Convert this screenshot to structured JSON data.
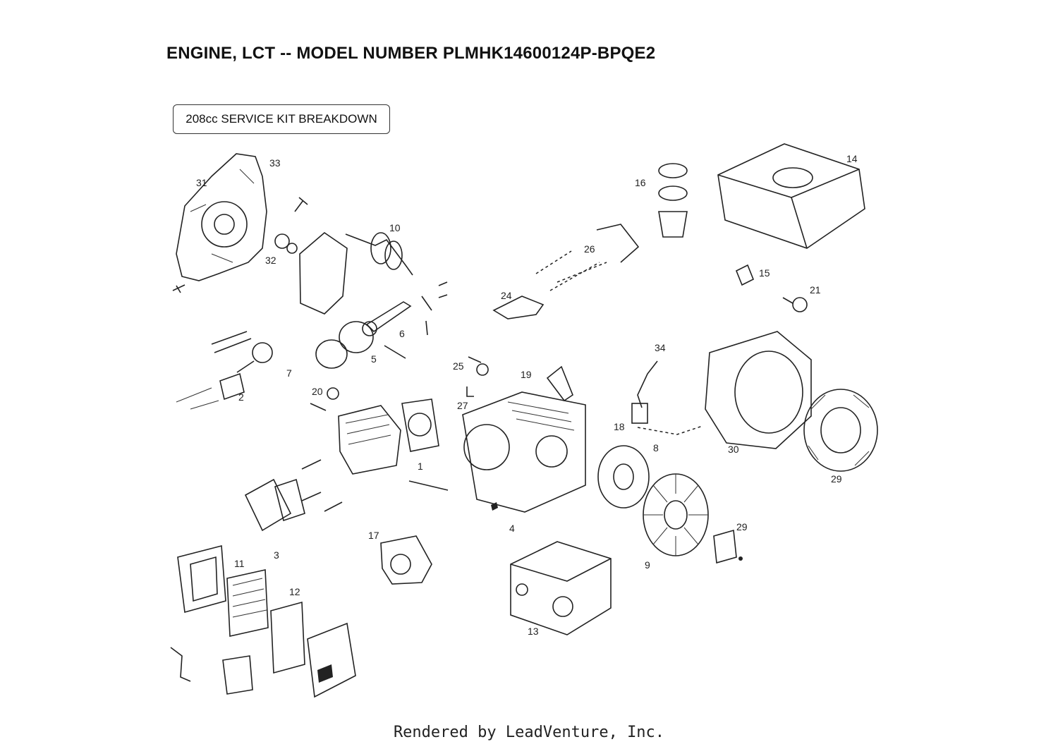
{
  "header": {
    "title": "ENGINE, LCT -- MODEL NUMBER PLMHK14600124P-BPQE2",
    "kit_label": "208cc SERVICE KIT BREAKDOWN"
  },
  "callouts": [
    {
      "id": "c33",
      "label": "33"
    },
    {
      "id": "c31",
      "label": "31"
    },
    {
      "id": "c32",
      "label": "32"
    },
    {
      "id": "c10",
      "label": "10"
    },
    {
      "id": "c6",
      "label": "6"
    },
    {
      "id": "c5",
      "label": "5"
    },
    {
      "id": "c7",
      "label": "7"
    },
    {
      "id": "c2",
      "label": "2"
    },
    {
      "id": "c20",
      "label": "20"
    },
    {
      "id": "c1",
      "label": "1"
    },
    {
      "id": "c3",
      "label": "3"
    },
    {
      "id": "c11",
      "label": "11"
    },
    {
      "id": "c12",
      "label": "12"
    },
    {
      "id": "c17",
      "label": "17"
    },
    {
      "id": "c13",
      "label": "13"
    },
    {
      "id": "c4",
      "label": "4"
    },
    {
      "id": "c25",
      "label": "25"
    },
    {
      "id": "c27",
      "label": "27"
    },
    {
      "id": "c19",
      "label": "19"
    },
    {
      "id": "c24",
      "label": "24"
    },
    {
      "id": "c26",
      "label": "26"
    },
    {
      "id": "c16",
      "label": "16"
    },
    {
      "id": "c14",
      "label": "14"
    },
    {
      "id": "c15",
      "label": "15"
    },
    {
      "id": "c21",
      "label": "21"
    },
    {
      "id": "c34",
      "label": "34"
    },
    {
      "id": "c18",
      "label": "18"
    },
    {
      "id": "c8",
      "label": "8"
    },
    {
      "id": "c30",
      "label": "30"
    },
    {
      "id": "c29a",
      "label": "29"
    },
    {
      "id": "c28",
      "label": "29"
    },
    {
      "id": "c9",
      "label": "9"
    }
  ],
  "footer": {
    "credit": "Rendered by LeadVenture, Inc."
  }
}
